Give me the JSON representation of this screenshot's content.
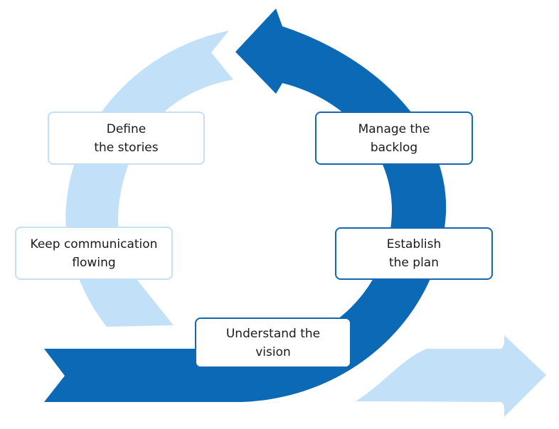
{
  "diagram": {
    "type": "agile-cycle",
    "colors": {
      "primary": "#0B69B5",
      "secondary": "#C2E1F8",
      "box_border_primary": "#1368B1",
      "box_border_secondary": "#C4E0F6",
      "text": "#1a1a1a"
    },
    "steps": [
      {
        "label": "Understand the\nvision",
        "tone": "dark"
      },
      {
        "label": "Establish\nthe plan",
        "tone": "dark"
      },
      {
        "label": "Manage the\nbacklog",
        "tone": "dark"
      },
      {
        "label": "Define\nthe stories",
        "tone": "light"
      },
      {
        "label": "Keep communication\nflowing",
        "tone": "light"
      }
    ]
  }
}
